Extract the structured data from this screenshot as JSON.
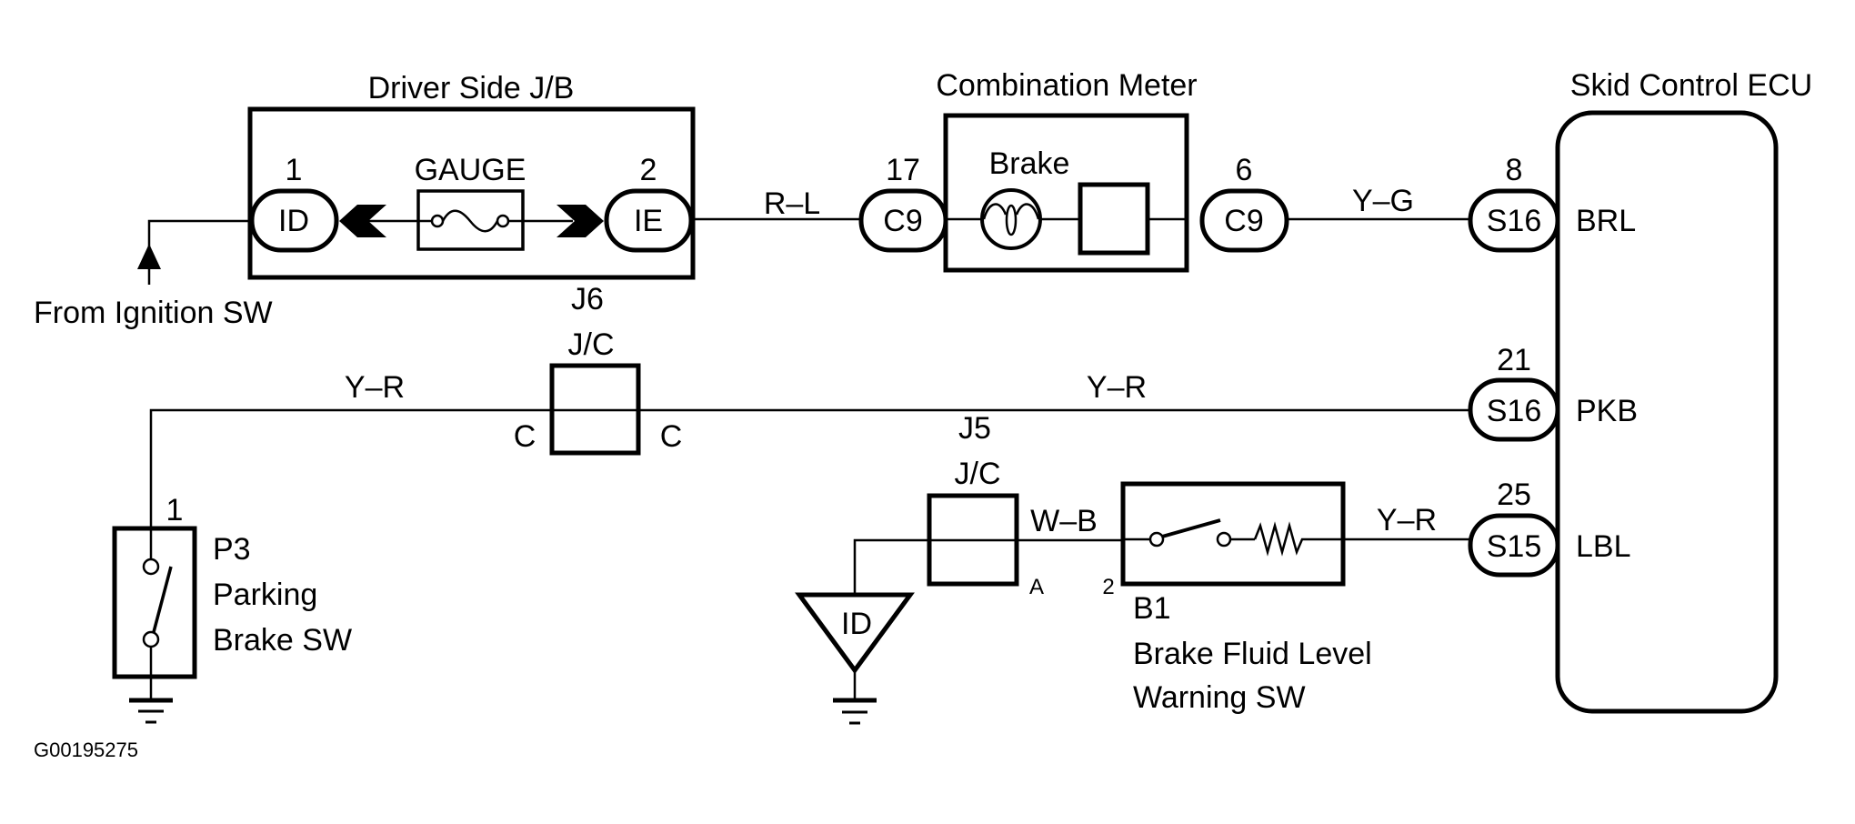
{
  "diagram_id": "G00195275",
  "colors": {
    "ink": "#000000",
    "background": "#ffffff"
  },
  "driver_jb": {
    "title": "Driver Side J/B",
    "fuse_label": "GAUGE",
    "pin_left": {
      "number": "1",
      "connector": "ID"
    },
    "pin_right": {
      "number": "2",
      "connector": "IE"
    }
  },
  "ignition": {
    "label": "From Ignition SW"
  },
  "wires": {
    "jb_to_meter": "R–L",
    "meter_to_ecu": "Y–G",
    "parking_left": "Y–R",
    "parking_right": "Y–R",
    "j5_to_b1": "W–B",
    "b1_to_ecu": "Y–R"
  },
  "combination_meter": {
    "title": "Combination Meter",
    "bulb_label": "Brake",
    "pin_in": {
      "number": "17",
      "connector": "C9"
    },
    "pin_out": {
      "number": "6",
      "connector": "C9"
    }
  },
  "ecu": {
    "title": "Skid Control ECU",
    "pins": [
      {
        "number": "8",
        "connector": "S16",
        "terminal": "BRL"
      },
      {
        "number": "21",
        "connector": "S16",
        "terminal": "PKB"
      },
      {
        "number": "25",
        "connector": "S15",
        "terminal": "LBL"
      }
    ]
  },
  "j6": {
    "id": "J6",
    "type": "J/C",
    "pin_left": "C",
    "pin_right": "C"
  },
  "j5": {
    "id": "J5",
    "type": "J/C",
    "pin": "A"
  },
  "ground_point": {
    "label": "ID"
  },
  "parking_switch": {
    "pin": "1",
    "lines": [
      "P3",
      "Parking",
      "Brake SW"
    ]
  },
  "fluid_switch": {
    "pin": "2",
    "lines": [
      "B1",
      "Brake Fluid Level",
      "Warning SW"
    ]
  }
}
